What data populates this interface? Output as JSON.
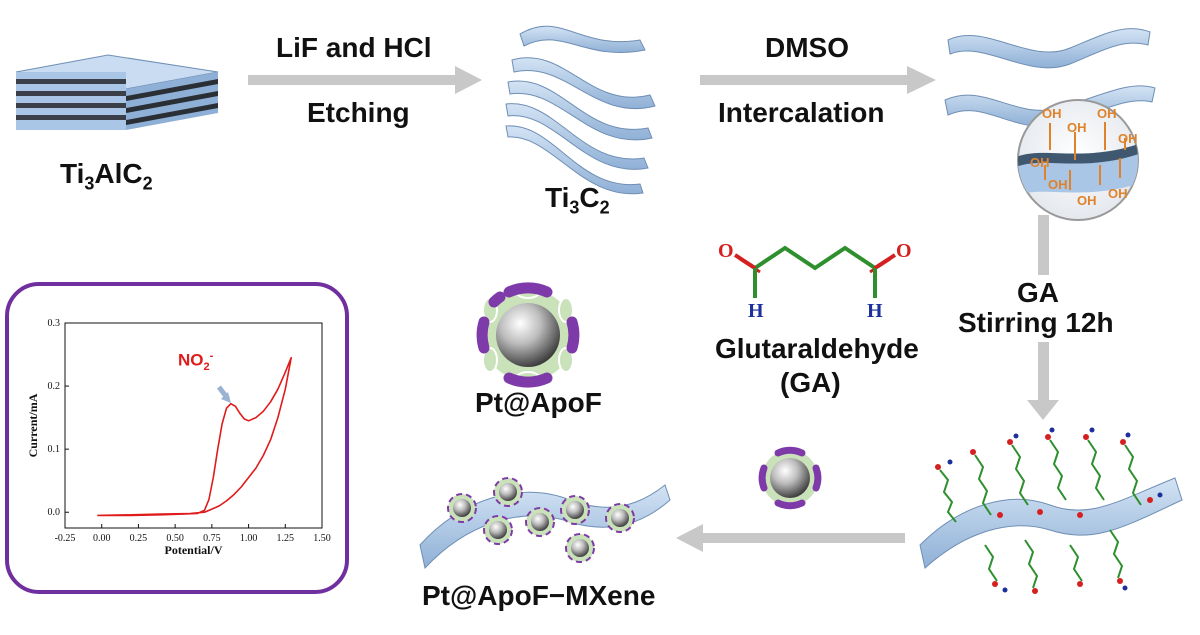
{
  "labels": {
    "ti3alc2": {
      "main": "Ti",
      "sub1": "3",
      "mid": "AlC",
      "sub2": "2"
    },
    "step1_top": "LiF and HCl",
    "step1_bottom": "Etching",
    "ti3c2": {
      "main": "Ti",
      "sub1": "3",
      "mid": "C",
      "sub2": "2"
    },
    "step2_top": "DMSO",
    "step2_bottom": "Intercalation",
    "oh_group": "OH",
    "aldehyde_o": "O",
    "aldehyde_h": "H",
    "glutaraldehyde": "Glutaraldehyde",
    "ga_paren": "(GA)",
    "step3_top": "GA",
    "step3_bottom": "Stirring 12h",
    "pt_apof": "Pt@ApoF",
    "product": "Pt@ApoF−MXene"
  },
  "colors": {
    "arrow": "#c8c8c8",
    "sheet": "#a9c6e6",
    "sheet_dark": "#3f5870",
    "oh": "#e0822a",
    "carbon_chain": "#2d8f2d",
    "oxygen": "#d42020",
    "hydrogen": "#1c2f9a",
    "apof_shell": "#7e3aa8",
    "apof_inner": "#c9e2b9",
    "plot_frame": "#6f2f9f",
    "cv_curve": "#e01b1b",
    "annotation_arrow": "#9ab3d3"
  },
  "chart_data": {
    "type": "line",
    "xlabel": "Potential/V",
    "ylabel": "Current/mA",
    "xlim": [
      -0.25,
      1.5
    ],
    "ylim": [
      -0.025,
      0.3
    ],
    "xticks": [
      "-0.25",
      "0.00",
      "0.25",
      "0.50",
      "0.75",
      "1.00",
      "1.25",
      "1.50"
    ],
    "yticks": [
      "0.0",
      "0.1",
      "0.2",
      "0.3"
    ],
    "annotation": {
      "text": "NO",
      "sub": "2",
      "sup": "-",
      "x": 0.88,
      "y": 0.17
    },
    "series": [
      {
        "x": [
          -0.03,
          0.2,
          0.4,
          0.55,
          0.65,
          0.7,
          0.73,
          0.76,
          0.79,
          0.82,
          0.85,
          0.88,
          0.91,
          0.94,
          0.97,
          1.0,
          1.05,
          1.1,
          1.15,
          1.2,
          1.25,
          1.29,
          1.25,
          1.2,
          1.15,
          1.1,
          1.05,
          1.0,
          0.95,
          0.9,
          0.85,
          0.8,
          0.75,
          0.7,
          0.6,
          0.4,
          0.2,
          -0.03
        ],
        "y": [
          -0.005,
          -0.005,
          -0.004,
          -0.003,
          -0.002,
          0.003,
          0.02,
          0.055,
          0.1,
          0.14,
          0.165,
          0.172,
          0.168,
          0.157,
          0.148,
          0.145,
          0.15,
          0.16,
          0.175,
          0.195,
          0.222,
          0.245,
          0.195,
          0.15,
          0.115,
          0.09,
          0.07,
          0.055,
          0.04,
          0.028,
          0.018,
          0.01,
          0.005,
          0.0,
          -0.002,
          -0.003,
          -0.004,
          -0.005
        ]
      }
    ]
  }
}
